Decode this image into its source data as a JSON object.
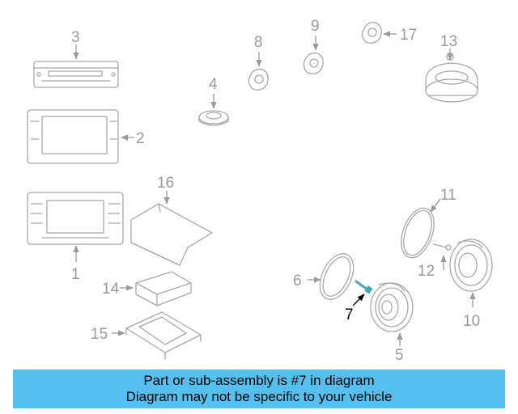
{
  "callouts": {
    "c1": "1",
    "c2": "2",
    "c3": "3",
    "c4": "4",
    "c5": "5",
    "c6": "6",
    "c7": "7",
    "c8": "8",
    "c9": "9",
    "c10": "10",
    "c11": "11",
    "c12": "12",
    "c13": "13",
    "c14": "14",
    "c15": "15",
    "c16": "16",
    "c17": "17"
  },
  "banner": {
    "line1": "Part or sub-assembly is #7 in diagram",
    "line2": "Diagram may not be specific to your vehicle"
  },
  "colors": {
    "banner_bg": "#55bfee",
    "part_stroke": "#a8a8a8",
    "highlight_part": "#4aa8b8"
  }
}
